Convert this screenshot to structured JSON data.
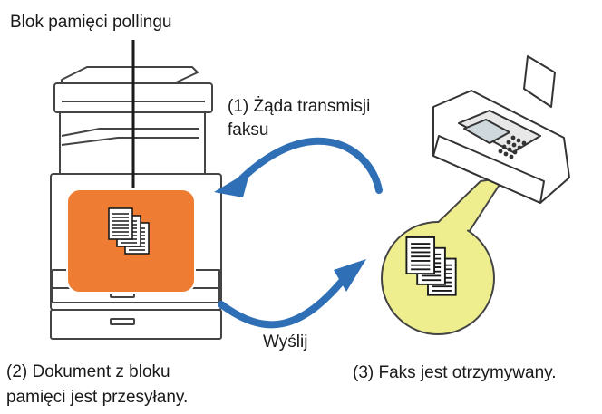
{
  "labels": {
    "memory_box": "Blok pamięci pollingu",
    "step1_line1": "(1) Żąda transmisji",
    "step1_line2": "faksu",
    "send": "Wyślij",
    "step2_line1": "(2) Dokument z bloku",
    "step2_line2": "pamięci jest przesyłany.",
    "step3": "(3) Faks jest otrzymywany."
  },
  "colors": {
    "arrow": "#2f6fb6",
    "memory_block": "#ee7d33",
    "received_circle": "#eeee8f",
    "device_outline": "#444444",
    "device_fill": "#ffffff"
  },
  "icons": [
    "multifunction-printer-icon",
    "fax-machine-icon",
    "document-stack-icon"
  ]
}
